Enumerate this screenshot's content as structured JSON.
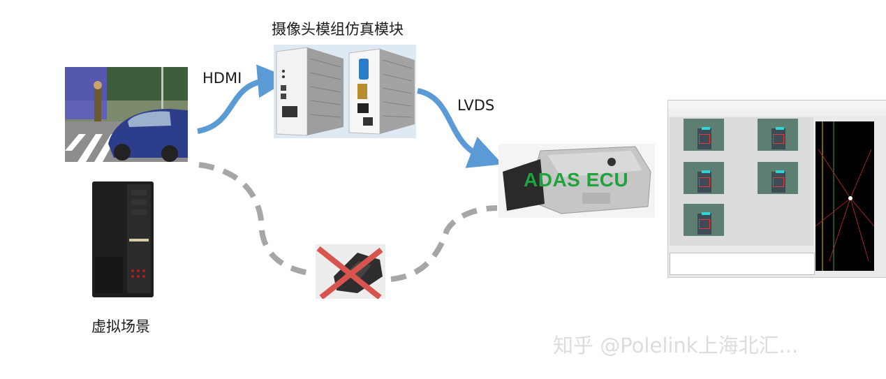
{
  "labels": {
    "camera_module": "摄像头模组仿真模块",
    "hdmi": "HDMI",
    "lvds": "LVDS",
    "virtual_scene": "虚拟场景",
    "ecu": "ADAS ECU"
  },
  "watermark": "知乎 @Polelink上海北汇...",
  "colors": {
    "arrow": "#5b9bd5",
    "dashed_path": "#a6a6a6",
    "cross": "#d9534f",
    "ecu_text": "#1fa33f"
  }
}
